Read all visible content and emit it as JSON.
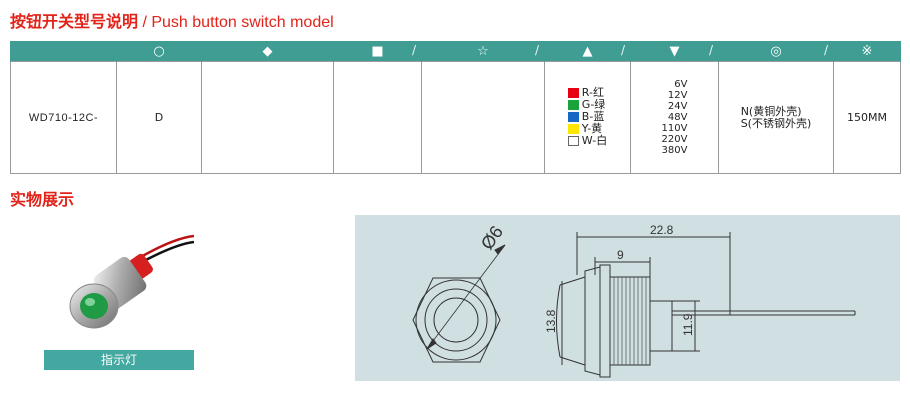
{
  "title": {
    "cn": "按钮开关型号说明",
    "en": " / Push button switch model"
  },
  "table": {
    "headers": [
      {
        "symbol": "○",
        "slash": ""
      },
      {
        "symbol": "◆",
        "slash": ""
      },
      {
        "symbol": "■",
        "slash": "/"
      },
      {
        "symbol": "☆",
        "slash": "/"
      },
      {
        "symbol": "▲",
        "slash": "/"
      },
      {
        "symbol": "▼",
        "slash": "/"
      },
      {
        "symbol": "◎",
        "slash": "/"
      },
      {
        "symbol": "※",
        "slash": ""
      }
    ],
    "model": "WD710-12C-",
    "code": "D",
    "colors": [
      {
        "label": "R-红",
        "color": "#e60012"
      },
      {
        "label": "G-绿",
        "color": "#1aa33b"
      },
      {
        "label": "B-蓝",
        "color": "#1768c4"
      },
      {
        "label": "Y-黄",
        "color": "#ffe600"
      },
      {
        "label": "W-白",
        "color": "#ffffff"
      }
    ],
    "voltages": [
      "6V",
      "12V",
      "24V",
      "48V",
      "110V",
      "220V",
      "380V"
    ],
    "materials": [
      "N(黄铜外壳)",
      "S(不锈钢外壳)"
    ],
    "length": "150MM"
  },
  "section2": "实物展示",
  "photo_caption": "指示灯",
  "drawing": {
    "diameter": "Ø6",
    "overall_length": "22.8",
    "thread_length": "9",
    "height": "13.8",
    "body_diameter": "11.9"
  }
}
